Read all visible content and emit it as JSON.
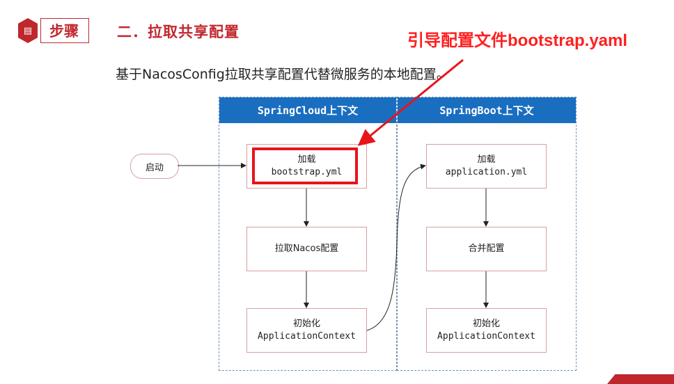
{
  "header": {
    "step_label": "步骤",
    "heading": "二．拉取共享配置"
  },
  "annotation": "引导配置文件bootstrap.yaml",
  "description": "基于NacosConfig拉取共享配置代替微服务的本地配置。",
  "diagram": {
    "start_label": "启动",
    "left_panel": {
      "title": "SpringCloud上下文",
      "boxes": [
        {
          "line1": "加载",
          "line2": "bootstrap.yml"
        },
        {
          "line1": "拉取Nacos配置",
          "line2": ""
        },
        {
          "line1": "初始化",
          "line2": "ApplicationContext"
        }
      ]
    },
    "right_panel": {
      "title": "SpringBoot上下文",
      "boxes": [
        {
          "line1": "加载",
          "line2": "application.yml"
        },
        {
          "line1": "合并配置",
          "line2": ""
        },
        {
          "line1": "初始化",
          "line2": "ApplicationContext"
        }
      ]
    }
  },
  "colors": {
    "accent_red": "#c0272d",
    "annotation_red": "#ff1f1f",
    "panel_header_blue": "#1a6ec0"
  }
}
